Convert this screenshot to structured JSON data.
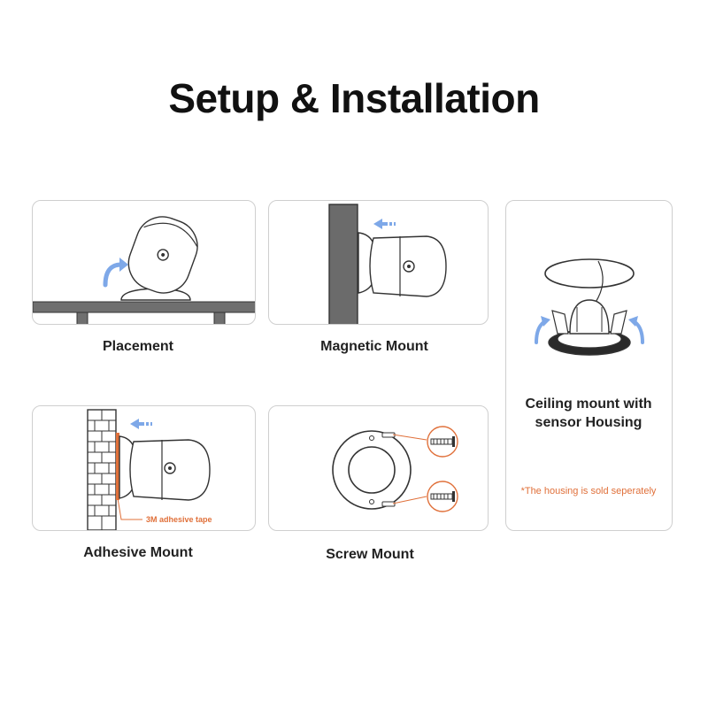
{
  "title": "Setup & Installation",
  "panels": {
    "placement": {
      "caption": "Placement"
    },
    "magnetic": {
      "caption": "Magnetic Mount"
    },
    "adhesive": {
      "caption": "Adhesive Mount",
      "tape_label": "3M adhesive tape"
    },
    "screw": {
      "caption": "Screw Mount"
    },
    "ceiling": {
      "caption_line1": "Ceiling mount with",
      "caption_line2": "sensor Housing",
      "note": "*The housing is sold seperately"
    }
  },
  "colors": {
    "accent_orange": "#e0703a",
    "arrow_blue": "#7ea8e8",
    "dark_gray": "#6b6b6b",
    "outline": "#333333"
  },
  "icons": [
    "rotate-arrow-icon",
    "push-arrow-icon",
    "screw-icon"
  ]
}
